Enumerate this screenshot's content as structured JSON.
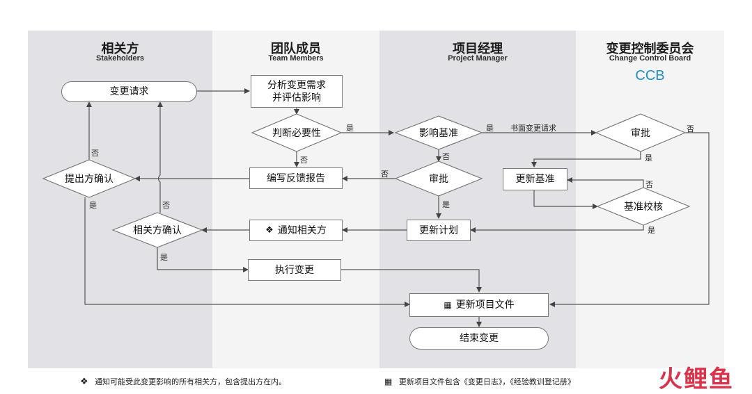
{
  "lanes": [
    {
      "title": "相关方",
      "subtitle": "Stakeholders"
    },
    {
      "title": "团队成员",
      "subtitle": "Team Members"
    },
    {
      "title": "项目经理",
      "subtitle": "Project Manager"
    },
    {
      "title": "变更控制委员会",
      "subtitle": "Change Control Board",
      "extra": "CCB"
    }
  ],
  "nodes": {
    "change_request": "变更请求",
    "analyze_line1": "分析变更需求",
    "analyze_line2": "并评估影响",
    "judge_necessity": "判断必要性",
    "write_feedback": "编写反馈报告",
    "proposer_confirm": "提出方确认",
    "impact_baseline": "影响基准",
    "pm_approve": "审批",
    "update_plan": "更新计划",
    "notify_stakeholders": "通知相关方",
    "stakeholder_confirm": "相关方确认",
    "execute_change": "执行变更",
    "update_docs": "更新项目文件",
    "end_change": "结束变更",
    "ccb_approve": "审批",
    "update_baseline": "更新基准",
    "baseline_check": "基准校核"
  },
  "labels": {
    "yes": "是",
    "no": "否",
    "written_request": "书面变更请求"
  },
  "icons": {
    "notify": "diamond-cluster-icon",
    "docs": "open-book-icon"
  },
  "footer": {
    "notify_note": "通知可能受此变更影响的所有相关方，包含提出方在内。",
    "docs_note": "更新项目文件包含《变更日志》，《经验教训登记册》"
  },
  "brand": {
    "logo": "火鲤鱼",
    "ccb_color": "#1f8fc7",
    "logo_color": "#d9344b"
  }
}
